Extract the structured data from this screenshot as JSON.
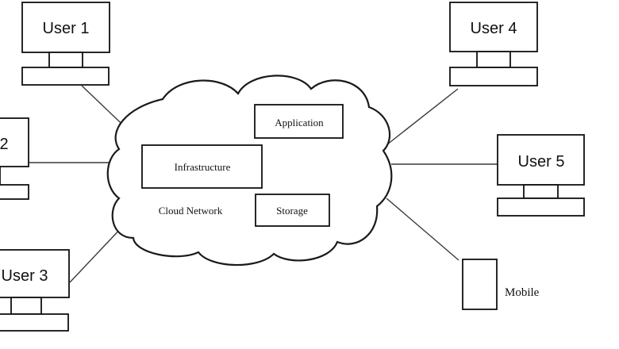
{
  "diagram": {
    "users": [
      {
        "id": "user1",
        "label": "User 1"
      },
      {
        "id": "user2",
        "label": "2"
      },
      {
        "id": "user3",
        "label": "User 3"
      },
      {
        "id": "user4",
        "label": "User 4"
      },
      {
        "id": "user5",
        "label": "User 5"
      }
    ],
    "cloud": {
      "network_label": "Cloud Network",
      "application_label": "Application",
      "infrastructure_label": "Infrastructure",
      "storage_label": "Storage"
    },
    "mobile": {
      "label": "Mobile"
    }
  }
}
